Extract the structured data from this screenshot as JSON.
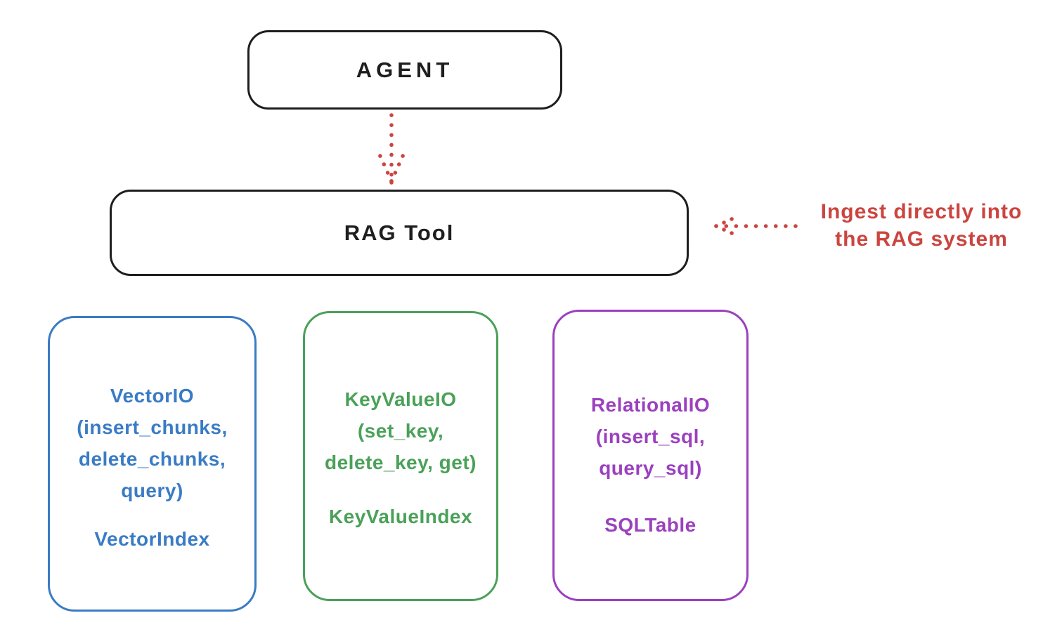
{
  "title": "RAG Tool architecture diagram",
  "colors": {
    "ink": "#1e1e1e",
    "red": "#cb4540",
    "blue": "#3a7bc5",
    "green": "#4aa158",
    "purple": "#9b40bf",
    "background": "#ffffff"
  },
  "agent": {
    "label": "AGENT"
  },
  "rag_tool": {
    "label": "RAG Tool"
  },
  "annotation": {
    "line1": "Ingest directly into",
    "line2": "the RAG system"
  },
  "nodes": [
    {
      "id": "vector-io",
      "title": "VectorIO",
      "methods": [
        "(insert_chunks,",
        "delete_chunks,",
        "query)"
      ],
      "index": "VectorIndex",
      "color": "#3a7bc5"
    },
    {
      "id": "keyvalue-io",
      "title": "KeyValueIO",
      "methods": [
        "(set_key,",
        "delete_key, get)"
      ],
      "index": "KeyValueIndex",
      "color": "#4aa158"
    },
    {
      "id": "relational-io",
      "title": "RelationalIO",
      "methods": [
        "(insert_sql,",
        "query_sql)"
      ],
      "index": "SQLTable",
      "color": "#9b40bf"
    }
  ]
}
